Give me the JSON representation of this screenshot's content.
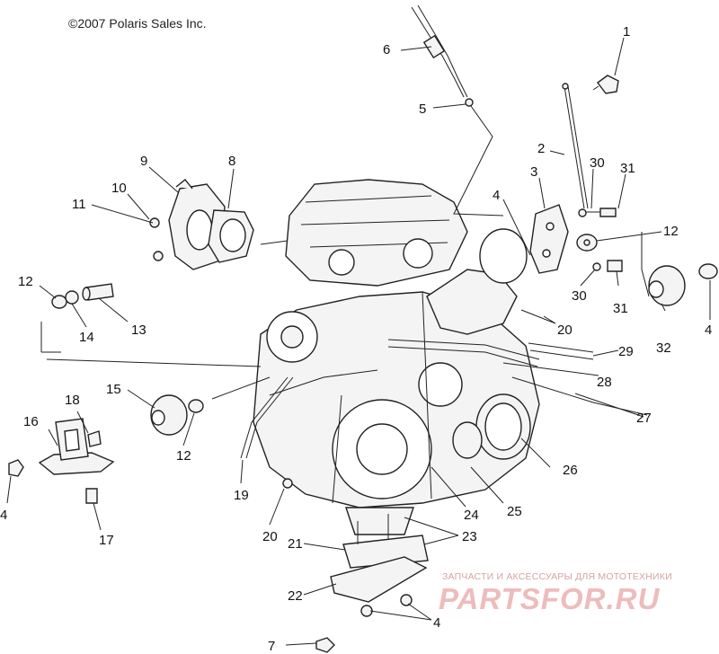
{
  "copyright": "©2007 Polaris Sales Inc.",
  "watermark": {
    "caption": "ЗАПЧАСТИ И АКСЕССУАРЫ ДЛЯ МОТОТЕХНИКИ",
    "logo": "PARTSFOR.RU"
  },
  "callouts": {
    "c1": "1",
    "c2": "2",
    "c3": "3",
    "c4a": "4",
    "c4b": "4",
    "c4c": "4",
    "c4d": "4",
    "c5": "5",
    "c6": "6",
    "c7": "7",
    "c8": "8",
    "c9": "9",
    "c10": "10",
    "c11": "11",
    "c12a": "12",
    "c12b": "12",
    "c12c": "12",
    "c13": "13",
    "c14": "14",
    "c15": "15",
    "c16": "16",
    "c17": "17",
    "c18": "18",
    "c19": "19",
    "c20a": "20",
    "c20b": "20",
    "c21": "21",
    "c22": "22",
    "c23": "23",
    "c24": "24",
    "c25": "25",
    "c26": "26",
    "c27": "27",
    "c28": "28",
    "c29": "29",
    "c30a": "30",
    "c30b": "30",
    "c31a": "31",
    "c31b": "31",
    "c32": "32"
  }
}
